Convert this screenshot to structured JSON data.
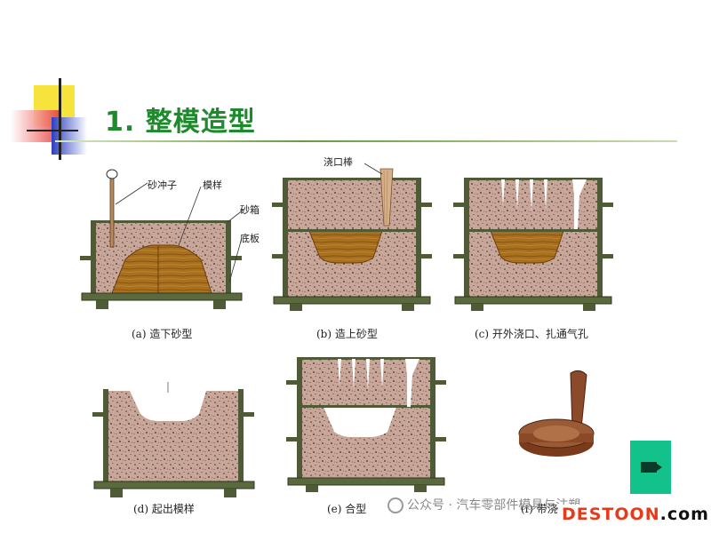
{
  "title": "1. 整模造型",
  "labels": {
    "sand_rammer": "砂冲子",
    "pattern": "模样",
    "flask": "砂箱",
    "bottom_board": "底板",
    "sprue_pin": "浇口棒"
  },
  "captions": {
    "a": "(a) 造下砂型",
    "b": "(b) 造上砂型",
    "c": "(c) 开外浇口、扎通气孔",
    "d": "(d) 起出模样",
    "e": "(e) 合型",
    "f": "(f) 带浇"
  },
  "watermark": {
    "text": "公众号 · 汽车零部件模具与注塑"
  },
  "badge": {
    "text": "DESTOON",
    "tail": ".com"
  },
  "colors": {
    "title": "#1d8a2c",
    "sand": "#c8a79a",
    "wood": "#a36a18",
    "flask": "#4f5a36"
  },
  "icons": [
    "casting-icon"
  ]
}
